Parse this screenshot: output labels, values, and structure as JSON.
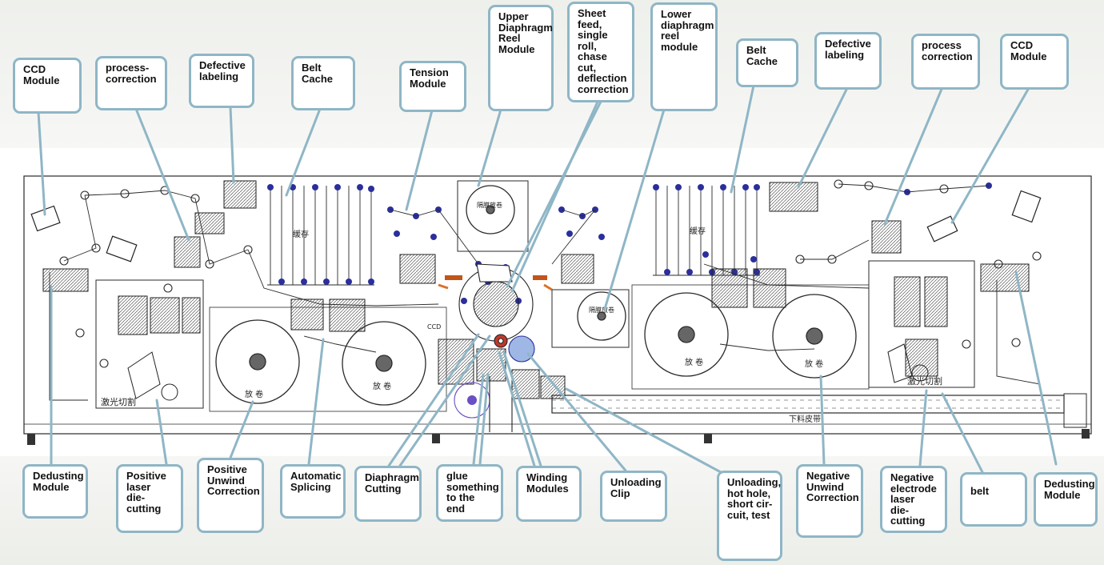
{
  "colors": {
    "callout_border": "#8fb6c6",
    "leader_line": "#8fb6c6",
    "drawing_line": "#2a2a2a",
    "roller_blue": "#2b2f9c",
    "accent_red": "#c0392b",
    "accent_orange": "#d8722a"
  },
  "drawing_labels": {
    "laser_cut_left": "激光切割",
    "laser_cut_right": "激光切割",
    "unwind_1": "放 卷",
    "unwind_2": "放 卷",
    "unwind_3": "放 卷",
    "unwind_4": "放 卷",
    "cache_left": "缓存",
    "cache_right": "缓存",
    "upper_separator": "隔膜放卷",
    "lower_separator": "隔膜放卷",
    "discharge_belt": "下料皮带",
    "ccd_marker": "CCD"
  },
  "callouts": {
    "top": [
      {
        "id": "ccd-module-left",
        "text": "CCD\nModule"
      },
      {
        "id": "process-correction-left",
        "text": "process-\ncorrection"
      },
      {
        "id": "defective-labeling-left",
        "text": "Defective\nlabeling"
      },
      {
        "id": "belt-cache-left",
        "text": "Belt\nCache"
      },
      {
        "id": "tension-module",
        "text": "Tension\nModule"
      },
      {
        "id": "upper-diaphragm-reel-module",
        "text": "Upper\nDiaphragm\n Reel\nModule"
      },
      {
        "id": "sheet-feed",
        "text": "Sheet feed,\nsingle roll,\nchase cut,\ndeflection\ncorrection"
      },
      {
        "id": "lower-diaphragm-reel-module",
        "text": "Lower\ndiaphragm\nreel\nmodule"
      },
      {
        "id": "belt-cache-right",
        "text": "Belt\nCache"
      },
      {
        "id": "defective-labeling-right",
        "text": "Defective\nlabeling"
      },
      {
        "id": "process-correction-right",
        "text": "process\ncorrection"
      },
      {
        "id": "ccd-module-right",
        "text": "CCD\nModule"
      }
    ],
    "bottom": [
      {
        "id": "dedusting-module-left",
        "text": "Dedusting\nModule"
      },
      {
        "id": "positive-laser-die-cutting",
        "text": "Positive\nlaser\ndie-cutting"
      },
      {
        "id": "positive-unwind-correction",
        "text": "Positive\nUnwind\nCorrection"
      },
      {
        "id": "automatic-splicing",
        "text": "Automatic\nSplicing"
      },
      {
        "id": "diaphragm-cutting",
        "text": "Diaphragm\nCutting"
      },
      {
        "id": "glue-something",
        "text": "glue\nsomething\nto the end"
      },
      {
        "id": "winding-modules",
        "text": "Winding\nModules"
      },
      {
        "id": "unloading-clip",
        "text": "Unloading\nClip"
      },
      {
        "id": "unloading-hot-hole",
        "text": "Unloading,\nhot hole,\nshort cir-\ncuit, test"
      },
      {
        "id": "negative-unwind-correction",
        "text": "Negative\nUnwind\nCorrection"
      },
      {
        "id": "negative-electrode-laser-die-cutting",
        "text": "Negative\nelectrode\nlaser\ndie-cutting"
      },
      {
        "id": "belt",
        "text": "belt"
      },
      {
        "id": "dedusting-module-right",
        "text": "Dedusting\nModule"
      }
    ]
  }
}
